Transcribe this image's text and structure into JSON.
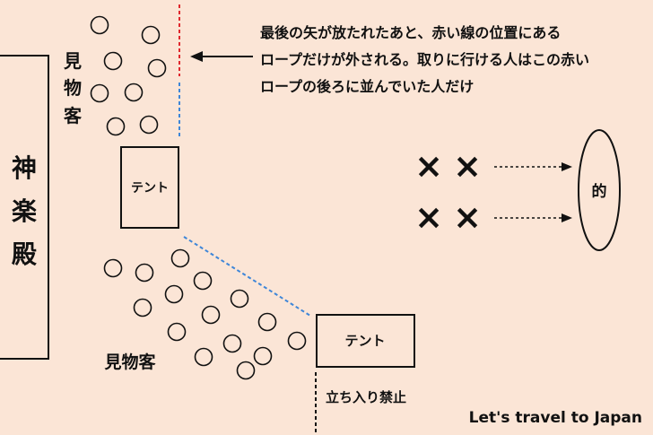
{
  "kagura_den": {
    "c1": "神",
    "c2": "楽",
    "c3": "殿"
  },
  "spectators_top": {
    "c1": "見",
    "c2": "物",
    "c3": "客"
  },
  "spectators_bottom": "見物客",
  "tent_upper": "テント",
  "tent_lower": "テント",
  "note": {
    "line1": "最後の矢が放たれたあと、赤い線の位置にある",
    "line2": "ロープだけが外される。取りに行ける人はこの赤い",
    "line3": "ロープの後ろに並んでいた人だけ"
  },
  "no_entry": "立ち入り禁止",
  "target": "的",
  "archer_marks": {
    "m1": "×",
    "m2": "×",
    "m3": "×",
    "m4": "×"
  },
  "watermark": "Let's travel to Japan",
  "colors": {
    "background": "#FBE5D6",
    "red_rope": "#E0282E",
    "blue_rope": "#3E86D8",
    "black_rope": "#111111"
  }
}
